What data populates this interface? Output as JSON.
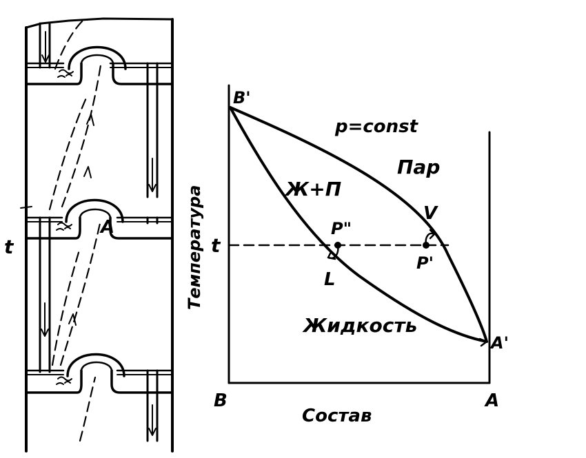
{
  "column": {
    "label_t": "t",
    "label_A": "A"
  },
  "phase_diagram": {
    "y_axis_label": "Температура",
    "x_axis_label": "Состав",
    "corner_B": "B",
    "corner_A": "A",
    "point_B_prime": "B'",
    "point_A_prime": "A'",
    "pressure_label": "p=const",
    "region_vapor": "Пар",
    "region_two_phase": "Ж+П",
    "region_liquid": "Жидкость",
    "point_P_double": "P\"",
    "point_P_prime": "P'",
    "point_V": "V",
    "point_L": "L",
    "level_t": "t"
  }
}
